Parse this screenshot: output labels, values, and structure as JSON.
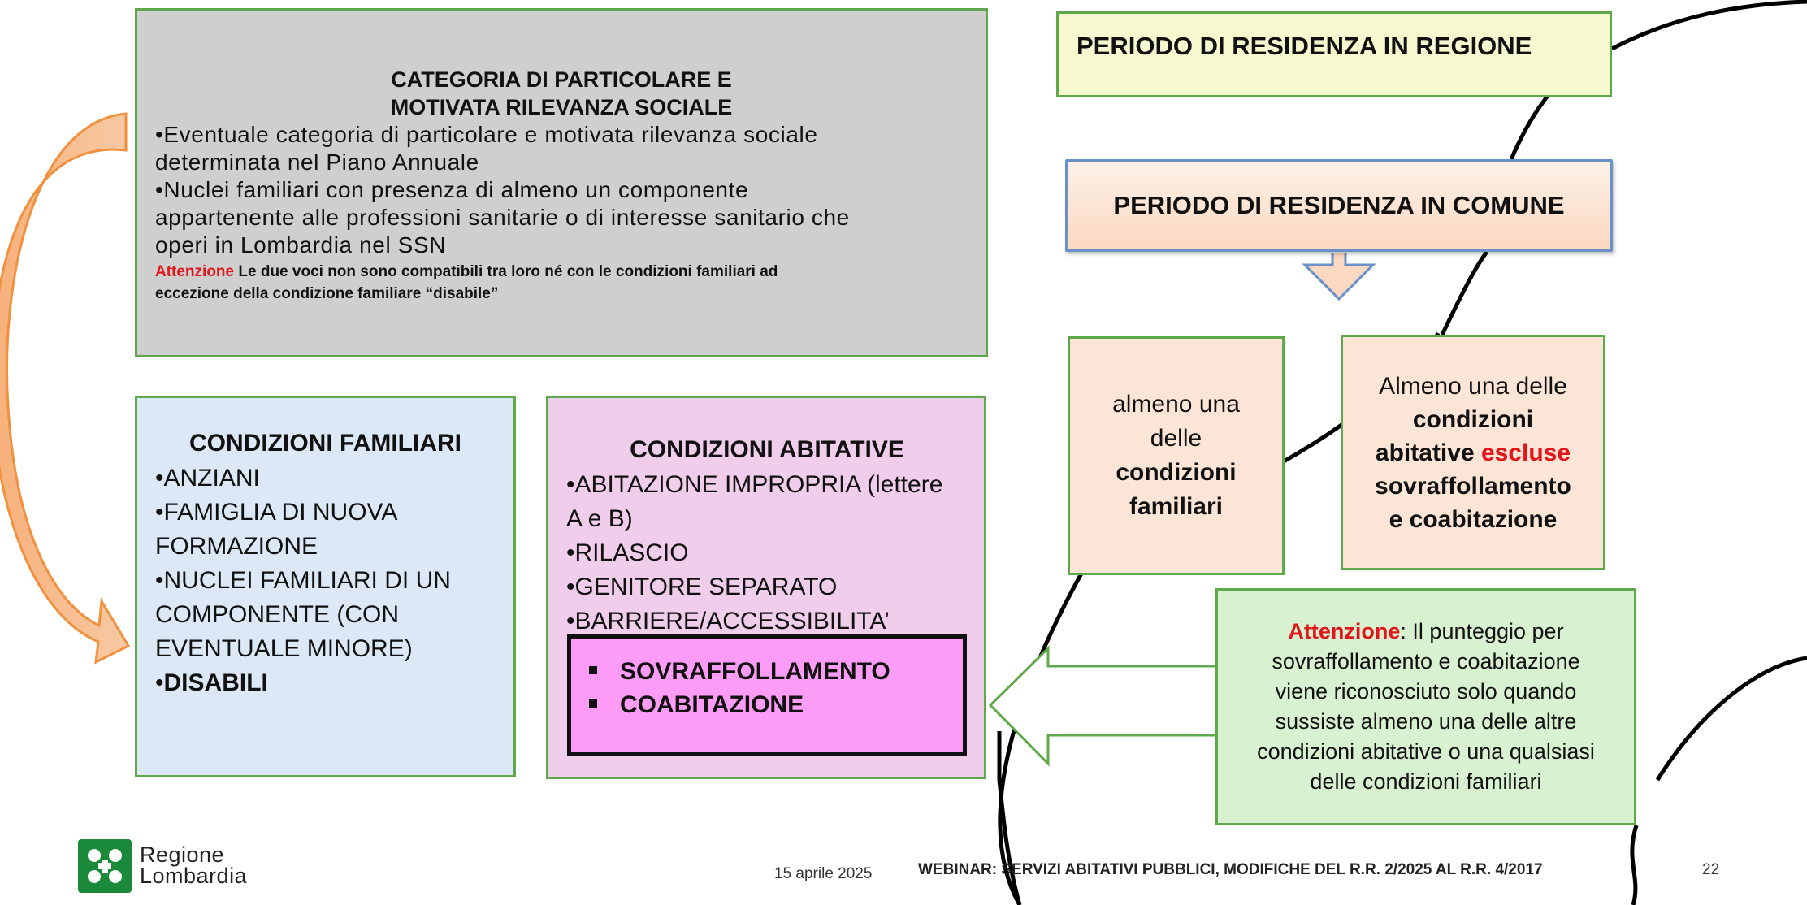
{
  "categoria": {
    "title_line1": "CATEGORIA DI PARTICOLARE  E",
    "title_line2": "MOTIVATA RILEVANZA SOCIALE",
    "lines": [
      "•Eventuale categoria di particolare e motivata rilevanza sociale",
      "determinata nel Piano Annuale",
      "•Nuclei familiari con presenza di almeno un componente",
      "appartenente alle professioni sanitarie o di interesse sanitario che",
      "operi in Lombardia nel SSN"
    ],
    "note_label": "Attenzione",
    "note_line1": " Le due voci non sono compatibili  tra loro né con le condizioni familiari ad",
    "note_line2": "eccezione della condizione familiare “disabile”"
  },
  "familiari": {
    "title": "CONDIZIONI FAMILIARI",
    "lines": [
      "•ANZIANI",
      "•FAMIGLIA DI NUOVA",
      "FORMAZIONE",
      "•NUCLEI FAMILIARI DI UN",
      "COMPONENTE (CON",
      "EVENTUALE MINORE)"
    ],
    "last_bullet": "•",
    "last_bold": "DISABILI"
  },
  "abitative": {
    "title": "CONDIZIONI ABITATIVE",
    "lines": [
      "•ABITAZIONE IMPROPRIA (lettere",
      "A e B)",
      "•RILASCIO",
      "•GENITORE SEPARATO",
      "•BARRIERE/ACCESSIBILITA’"
    ],
    "highlight": [
      "SOVRAFFOLLAMENTO",
      "COABITAZIONE"
    ]
  },
  "regione": {
    "label": "PERIODO DI RESIDENZA IN REGIONE"
  },
  "comune": {
    "label": "PERIODO DI RESIDENZA IN COMUNE"
  },
  "familiari_req": {
    "line1": "almeno una",
    "line2": "delle",
    "line3": "condizioni",
    "line4": "familiari"
  },
  "abitative_req": {
    "line1": "Almeno una delle",
    "line2": "condizioni",
    "line3a": "abitative ",
    "line3b": "escluse",
    "line4": "sovraffollamento",
    "line5": "e coabitazione"
  },
  "attenzione": {
    "label": "Attenzione",
    "line1": ": Il punteggio per",
    "line2": "sovraffollamento e coabitazione",
    "line3": "viene riconosciuto solo quando",
    "line4": "sussiste almeno una delle  altre",
    "line5": "condizioni abitative o una qualsiasi",
    "line6": "delle condizioni familiari"
  },
  "footer": {
    "logo_line1": "Regione",
    "logo_line2": "Lombardia",
    "date": "15 aprile 2025",
    "webinar": "WEBINAR: SERVIZI ABITATIVI PUBBLICI, MODIFICHE DEL R.R. 2/2025 AL R.R. 4/2017",
    "page": "22"
  },
  "colors": {
    "green_border": "#5fa84c",
    "grey_box": "#cfcfcf",
    "blue_box": "#dce8f5",
    "pink_box": "#f0cdea",
    "magenta_box": "#fc9cf6",
    "yellow_box": "#f6f9cf",
    "peach_box": "#fbe5d6",
    "light_green_box": "#d8f1d0",
    "accent_red": "#e0161b",
    "logo_green": "#1a8a3a"
  }
}
